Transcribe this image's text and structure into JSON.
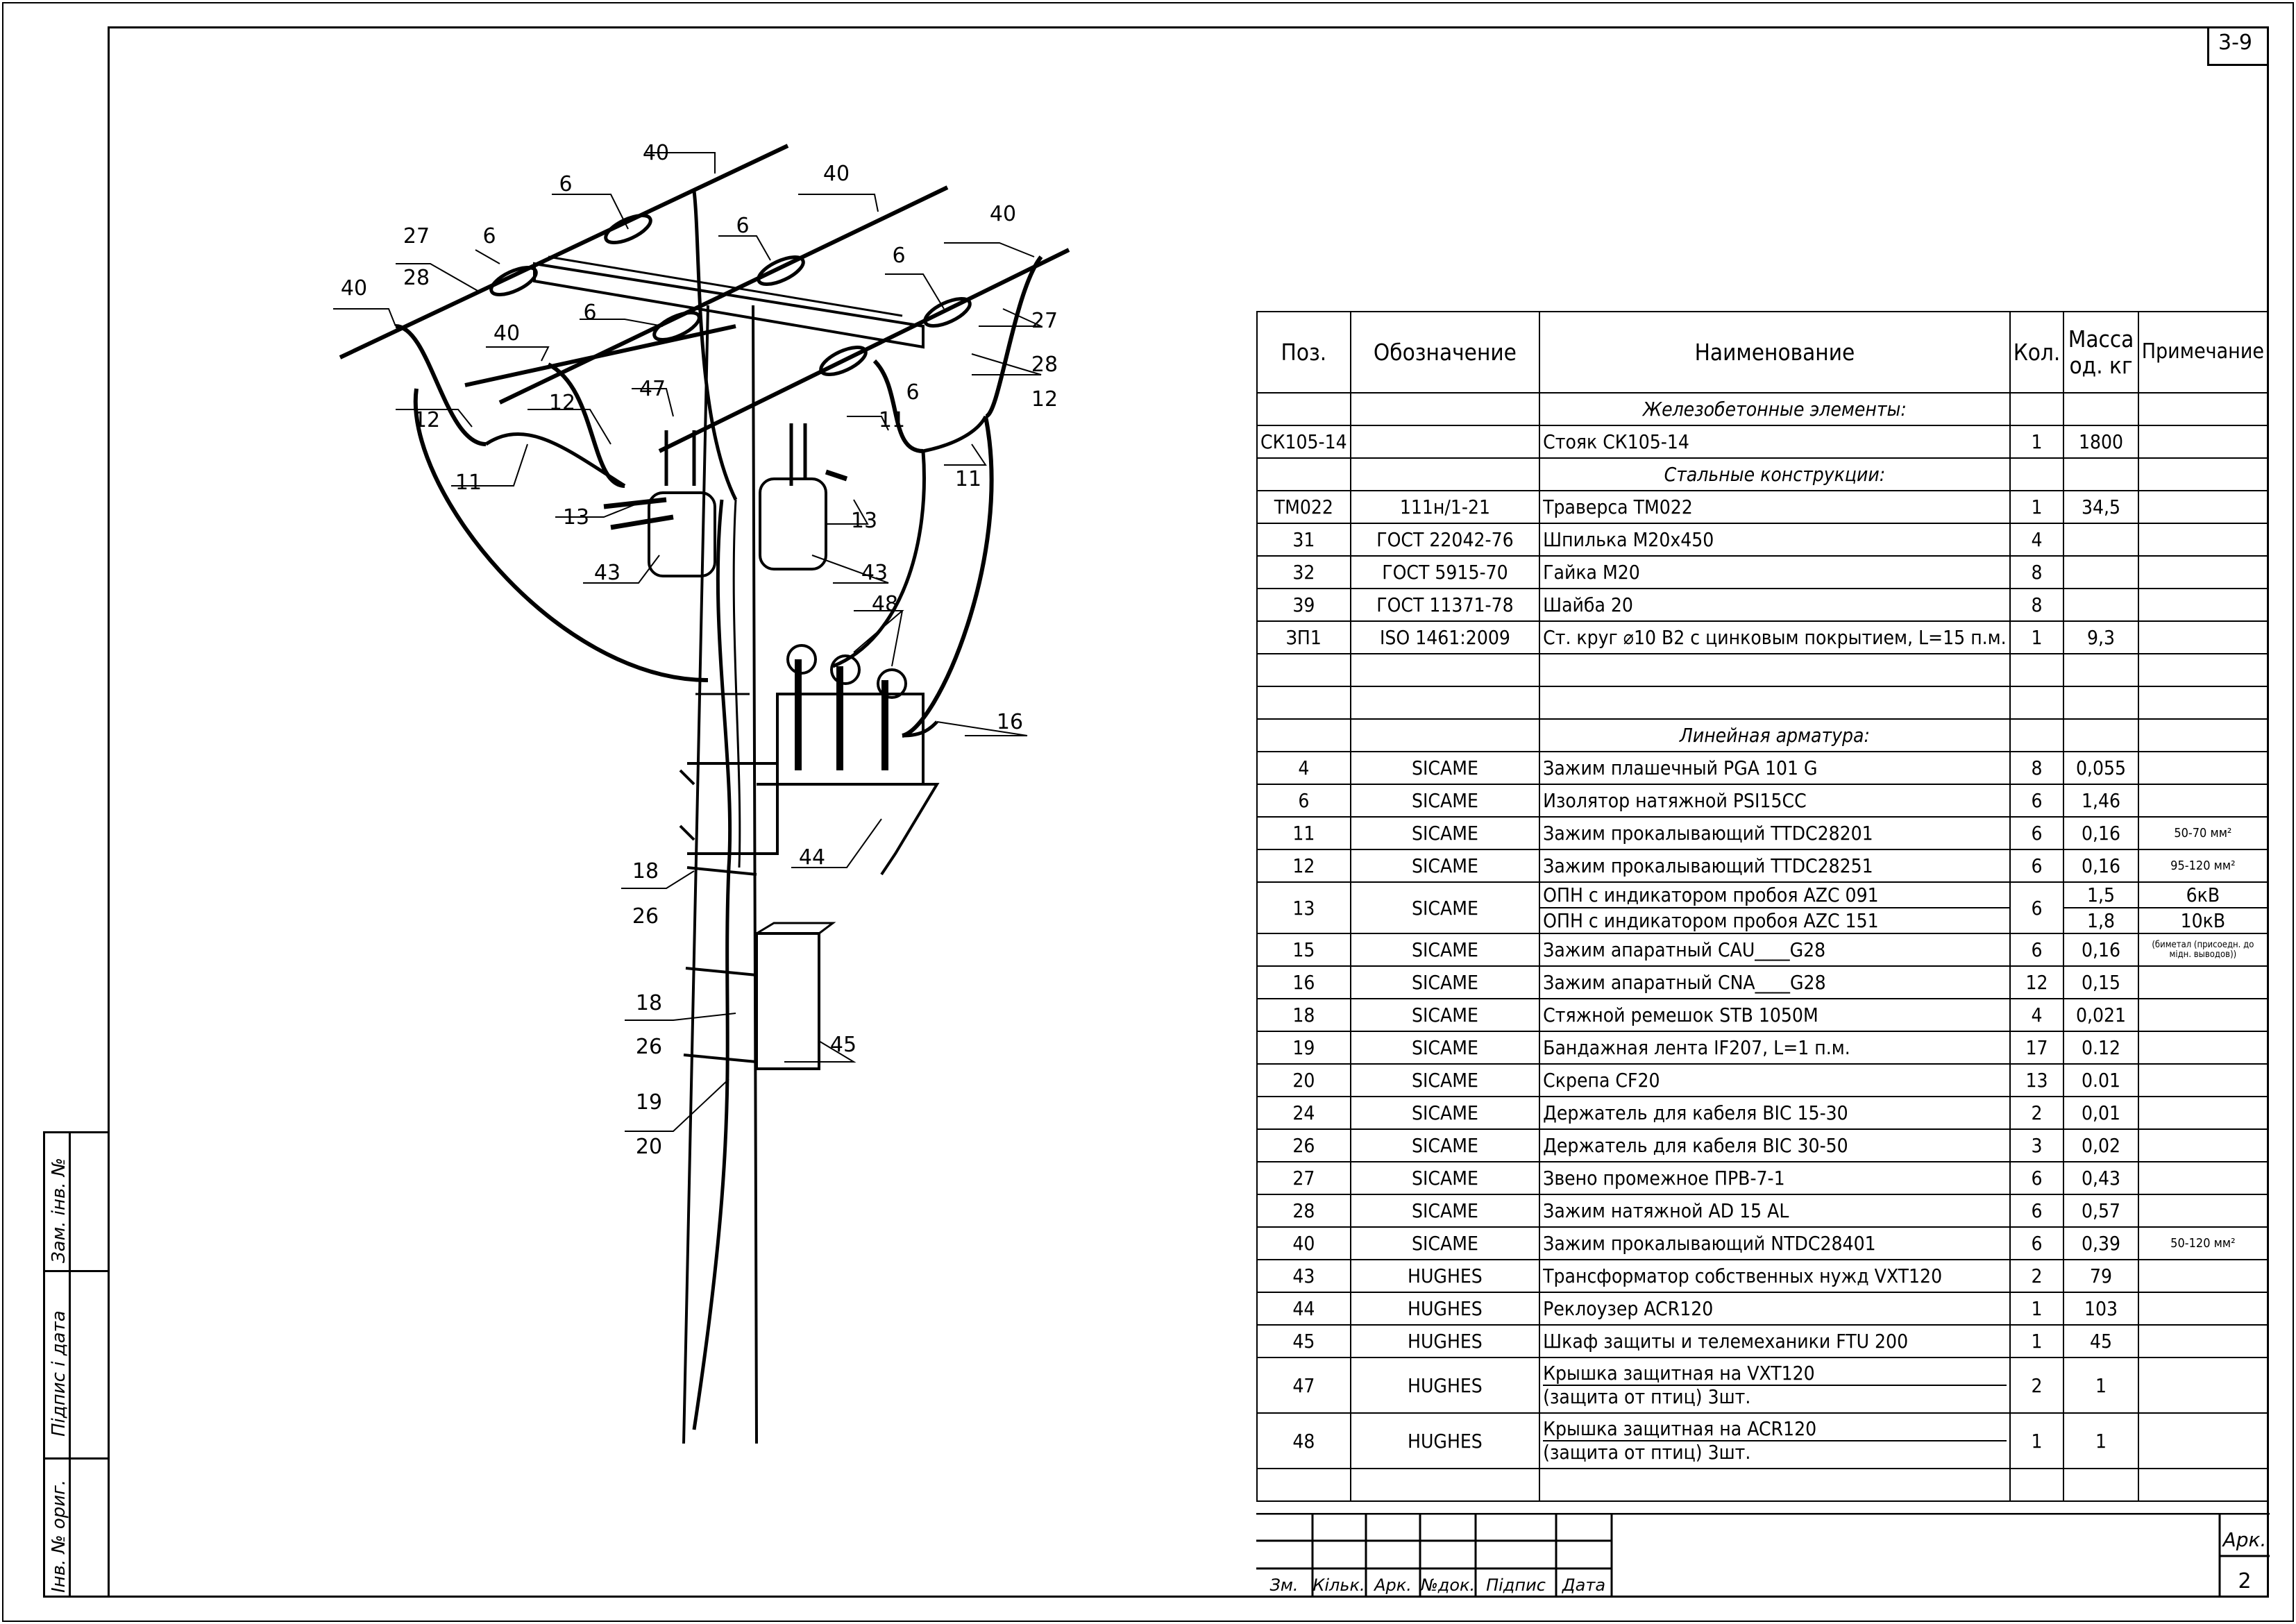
{
  "sheet_code": "3-9",
  "sheet_number": "2",
  "sheet_label": "Арк.",
  "stamp_columns": [
    "Зм.",
    "Кільк.",
    "Арк.",
    "№док.",
    "Підпис",
    "Дата"
  ],
  "side_labels": [
    "Інв. № ориг.",
    "Підпис і дата",
    "Зам. інв. №"
  ],
  "table": {
    "headers": [
      "Поз.",
      "Обозначение",
      "Наименование",
      "Кол.",
      "Масса од. кг",
      "Примечание"
    ],
    "rows": [
      {
        "type": "section",
        "name": "Железобетонные элементы:"
      },
      {
        "pos": "СК105-14",
        "code": "",
        "name": "Стояк СК105-14",
        "qty": "1",
        "mass": "1800",
        "note": ""
      },
      {
        "type": "section",
        "name": "Стальные конструкции:"
      },
      {
        "pos": "ТМ022",
        "code": "111н/1-21",
        "name": "Траверса ТМ022",
        "qty": "1",
        "mass": "34,5",
        "note": ""
      },
      {
        "pos": "31",
        "code": "ГОСТ 22042-76",
        "name": "Шпилька М20х450",
        "qty": "4",
        "mass": "",
        "note": ""
      },
      {
        "pos": "32",
        "code": "ГОСТ 5915-70",
        "name": "Гайка М20",
        "qty": "8",
        "mass": "",
        "note": ""
      },
      {
        "pos": "39",
        "code": "ГОСТ 11371-78",
        "name": "Шайба 20",
        "qty": "8",
        "mass": "",
        "note": ""
      },
      {
        "pos": "ЗП1",
        "code": "ISO 1461:2009",
        "name": "Ст. круг ⌀10 В2 с цинковым покрытием, L=15 п.м.",
        "qty": "1",
        "mass": "9,3",
        "note": ""
      },
      {
        "type": "blank"
      },
      {
        "type": "blank"
      },
      {
        "type": "section",
        "name": "Линейная арматура:"
      },
      {
        "pos": "4",
        "code": "SICAME",
        "name": "Зажим плашечный PGA 101 G",
        "qty": "8",
        "mass": "0,055",
        "note": ""
      },
      {
        "pos": "6",
        "code": "SICAME",
        "name": "Изолятор натяжной  PSI15CC",
        "qty": "6",
        "mass": "1,46",
        "note": ""
      },
      {
        "pos": "11",
        "code": "SICAME",
        "name": "Зажим прокалывающий TTDC28201",
        "qty": "6",
        "mass": "0,16",
        "note": "50-70 мм²"
      },
      {
        "pos": "12",
        "code": "SICAME",
        "name": "Зажим прокалывающий TTDC28251",
        "qty": "6",
        "mass": "0,16",
        "note": "95-120 мм²"
      },
      {
        "pos": "13",
        "code": "SICAME",
        "type": "double",
        "names": [
          "ОПН с индикатором пробоя AZC 091",
          "ОПН с индикатором пробоя AZC 151"
        ],
        "qty": "6",
        "masses": [
          "1,5",
          "1,8"
        ],
        "notes": [
          "6кВ",
          "10кВ"
        ]
      },
      {
        "pos": "15",
        "code": "SICAME",
        "name": "Зажим апаратный CAU____G28",
        "qty": "6",
        "mass": "0,16",
        "note": "(биметал (присоедн. до мідн. выводов))",
        "small": true
      },
      {
        "pos": "16",
        "code": "SICAME",
        "name": "Зажим апаратный CNA____G28",
        "qty": "12",
        "mass": "0,15",
        "note": ""
      },
      {
        "pos": "18",
        "code": "SICAME",
        "name": "Стяжной ремешок STB 1050M",
        "qty": "4",
        "mass": "0,021",
        "note": ""
      },
      {
        "pos": "19",
        "code": "SICAME",
        "name": "Бандажная лента IF207, L=1 п.м.",
        "qty": "17",
        "mass": "0.12",
        "note": ""
      },
      {
        "pos": "20",
        "code": "SICAME",
        "name": "Скрепа CF20",
        "qty": "13",
        "mass": "0.01",
        "note": ""
      },
      {
        "pos": "24",
        "code": "SICAME",
        "name": "Держатель для кабеля BIC 15-30",
        "qty": "2",
        "mass": "0,01",
        "note": ""
      },
      {
        "pos": "26",
        "code": "SICAME",
        "name": "Держатель для кабеля BIC 30-50",
        "qty": "3",
        "mass": "0,02",
        "note": ""
      },
      {
        "pos": "27",
        "code": "SICAME",
        "name": "Звено промежное ПРВ-7-1",
        "qty": "6",
        "mass": "0,43",
        "note": ""
      },
      {
        "pos": "28",
        "code": "SICAME",
        "name": "Зажим натяжной AD 15 AL",
        "qty": "6",
        "mass": "0,57",
        "note": ""
      },
      {
        "pos": "40",
        "code": "SICAME",
        "name": "Зажим прокалывающий NTDC28401",
        "qty": "6",
        "mass": "0,39",
        "note": "50-120 мм²"
      },
      {
        "pos": "43",
        "code": "HUGHES",
        "name": "Трансформатор собственных нужд VXT120",
        "qty": "2",
        "mass": "79",
        "note": ""
      },
      {
        "pos": "44",
        "code": "HUGHES",
        "name": "Реклоузер ACR120",
        "qty": "1",
        "mass": "103",
        "note": ""
      },
      {
        "pos": "45",
        "code": "HUGHES",
        "name": "Шкаф защиты и телемеханики FTU 200",
        "qty": "1",
        "mass": "45",
        "note": ""
      },
      {
        "pos": "47",
        "code": "HUGHES",
        "type": "two-line",
        "names": [
          "Крышка защитная на VXT120",
          "(защита от птиц) 3шт."
        ],
        "qty": "2",
        "mass": "1",
        "note": ""
      },
      {
        "pos": "48",
        "code": "HUGHES",
        "type": "two-line",
        "names": [
          "Крышка защитная на ACR120",
          "(защита от птиц) 3шт."
        ],
        "qty": "1",
        "mass": "1",
        "note": ""
      },
      {
        "type": "blank"
      }
    ]
  },
  "callouts": [
    "40",
    "6",
    "40",
    "6",
    "40",
    "27",
    "28",
    "6",
    "40",
    "6",
    "6",
    "6",
    "27",
    "28",
    "40",
    "12",
    "12",
    "47",
    "12",
    "11",
    "11",
    "13",
    "13",
    "11",
    "43",
    "43",
    "48",
    "16",
    "18",
    "26",
    "44",
    "18",
    "26",
    "45",
    "19",
    "20"
  ]
}
